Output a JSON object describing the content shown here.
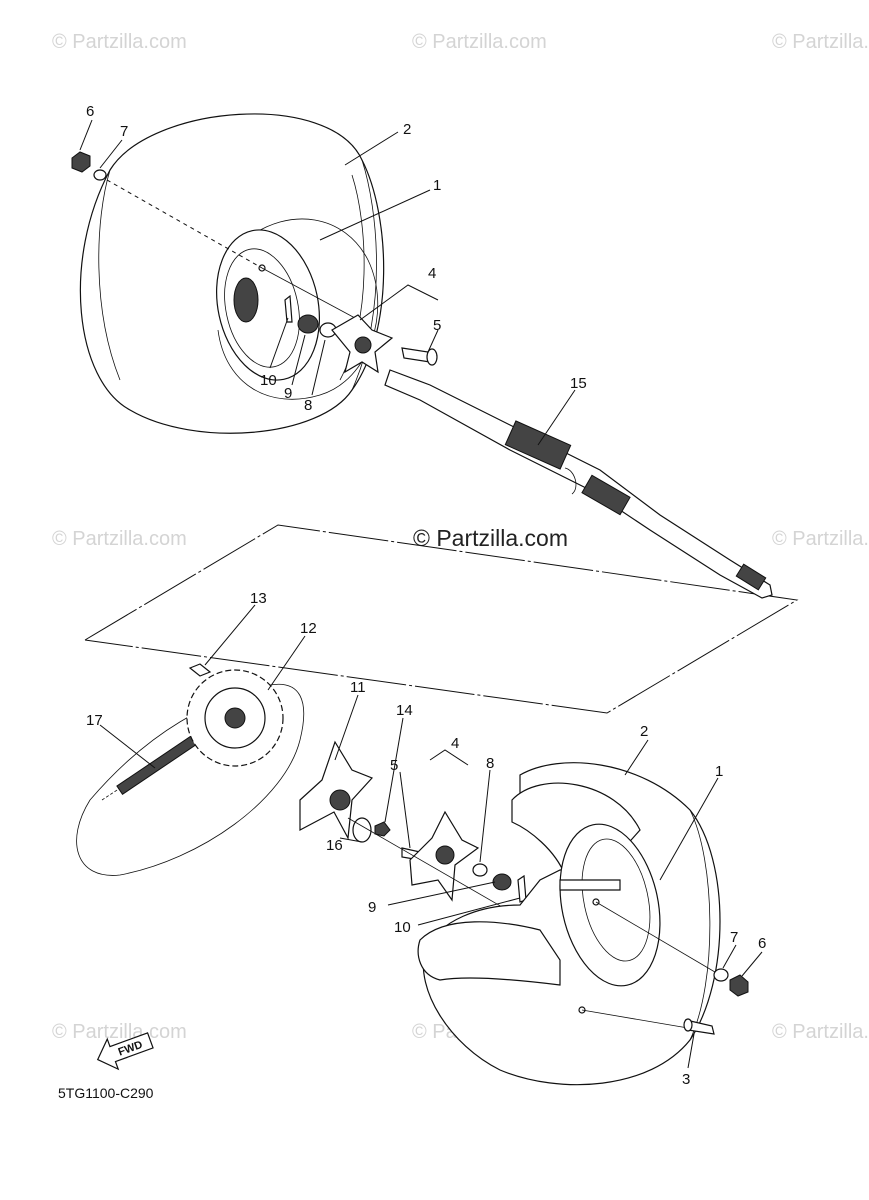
{
  "watermark": {
    "text": "© Partzilla.com",
    "center_text": "© Partzilla.com"
  },
  "diagram_code": "5TG1100-C290",
  "fwd_label": "FWD",
  "callouts": [
    {
      "id": "c-upper-1",
      "label": "1"
    },
    {
      "id": "c-upper-2",
      "label": "2"
    },
    {
      "id": "c-upper-4",
      "label": "4"
    },
    {
      "id": "c-upper-5",
      "label": "5"
    },
    {
      "id": "c-upper-6",
      "label": "6"
    },
    {
      "id": "c-upper-7",
      "label": "7"
    },
    {
      "id": "c-upper-8",
      "label": "8"
    },
    {
      "id": "c-upper-9",
      "label": "9"
    },
    {
      "id": "c-upper-10",
      "label": "10"
    },
    {
      "id": "c-15",
      "label": "15"
    },
    {
      "id": "c-13",
      "label": "13"
    },
    {
      "id": "c-12",
      "label": "12"
    },
    {
      "id": "c-17",
      "label": "17"
    },
    {
      "id": "c-11",
      "label": "11"
    },
    {
      "id": "c-14",
      "label": "14"
    },
    {
      "id": "c-lower-4",
      "label": "4"
    },
    {
      "id": "c-lower-5",
      "label": "5"
    },
    {
      "id": "c-lower-8",
      "label": "8"
    },
    {
      "id": "c-lower-2",
      "label": "2"
    },
    {
      "id": "c-lower-1",
      "label": "1"
    },
    {
      "id": "c-16",
      "label": "16"
    },
    {
      "id": "c-lower-9",
      "label": "9"
    },
    {
      "id": "c-lower-10",
      "label": "10"
    },
    {
      "id": "c-lower-7",
      "label": "7"
    },
    {
      "id": "c-lower-6",
      "label": "6"
    },
    {
      "id": "c-lower-3",
      "label": "3"
    }
  ]
}
